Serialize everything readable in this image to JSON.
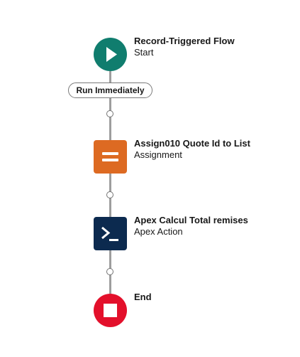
{
  "flow": {
    "start": {
      "title": "Record-Triggered Flow",
      "subtitle": "Start",
      "icon": "play-icon",
      "color": "#107d6e"
    },
    "trigger": {
      "label": "Run Immediately"
    },
    "nodes": [
      {
        "title": "Assign010 Quote Id to List",
        "subtitle": "Assignment",
        "icon": "equals-icon",
        "color": "#dd6a22"
      },
      {
        "title": "Apex Calcul Total remises",
        "subtitle": "Apex Action",
        "icon": "terminal-prompt-icon",
        "color": "#0c2a4f"
      }
    ],
    "end": {
      "title": "End",
      "icon": "stop-icon",
      "color": "#e3102b"
    }
  }
}
